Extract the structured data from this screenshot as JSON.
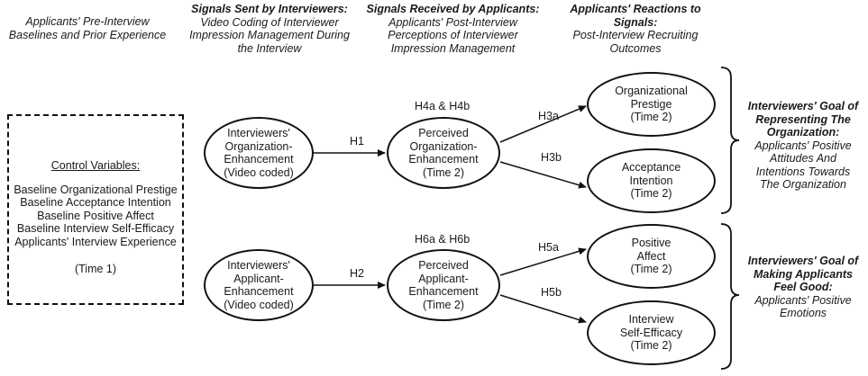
{
  "headers": {
    "col1": {
      "line1": "Applicants' Pre-Interview",
      "line2": "Baselines and Prior Experience"
    },
    "col2": {
      "title": "Signals Sent by Interviewers:",
      "line1": "Video Coding of Interviewer",
      "line2": "Impression Management During",
      "line3": "the Interview"
    },
    "col3": {
      "title": "Signals Received by Applicants:",
      "line1": "Applicants' Post-Interview",
      "line2": "Perceptions of Interviewer",
      "line3": "Impression Management"
    },
    "col4": {
      "title1": "Applicants' Reactions to",
      "title2": "Signals:",
      "line1": "Post-Interview Recruiting",
      "line2": "Outcomes"
    }
  },
  "control": {
    "title": "Control Variables:",
    "items": [
      "Baseline Organizational  Prestige",
      "Baseline Acceptance Intention",
      "Baseline Positive Affect",
      "Baseline Interview  Self-Efficacy",
      "Applicants' Interview  Experience"
    ],
    "time": "(Time 1)"
  },
  "nodes": {
    "int_org": [
      "Interviewers'",
      "Organization-",
      "Enhancement",
      "(Video coded)"
    ],
    "int_app": [
      "Interviewers'",
      "Applicant-",
      "Enhancement",
      "(Video coded)"
    ],
    "perc_org": [
      "Perceived",
      "Organization-",
      "Enhancement",
      "(Time 2)"
    ],
    "perc_app": [
      "Perceived",
      "Applicant-",
      "Enhancement",
      "(Time 2)"
    ],
    "prestige": [
      "Organizational",
      "Prestige",
      "(Time 2)"
    ],
    "acceptance": [
      "Acceptance",
      "Intention",
      "(Time 2)"
    ],
    "affect": [
      "Positive",
      "Affect",
      "(Time 2)"
    ],
    "selfeff": [
      "Interview",
      "Self-Efficacy",
      "(Time 2)"
    ]
  },
  "paths": {
    "h1": "H1",
    "h2": "H2",
    "h3a": "H3a",
    "h3b": "H3b",
    "h5a": "H5a",
    "h5b": "H5b",
    "h4": "H4a & H4b",
    "h6": "H6a & H6b"
  },
  "goals": {
    "org": {
      "b1": "Interviewers' Goal of",
      "b2": "Representing The",
      "b3": "Organization:",
      "i1": "Applicants' Positive",
      "i2": "Attitudes And",
      "i3": "Intentions Towards",
      "i4": "The Organization"
    },
    "app": {
      "b1": "Interviewers' Goal of",
      "b2": "Making Applicants",
      "b3": "Feel Good:",
      "i1": "Applicants' Positive",
      "i2": "Emotions"
    }
  }
}
